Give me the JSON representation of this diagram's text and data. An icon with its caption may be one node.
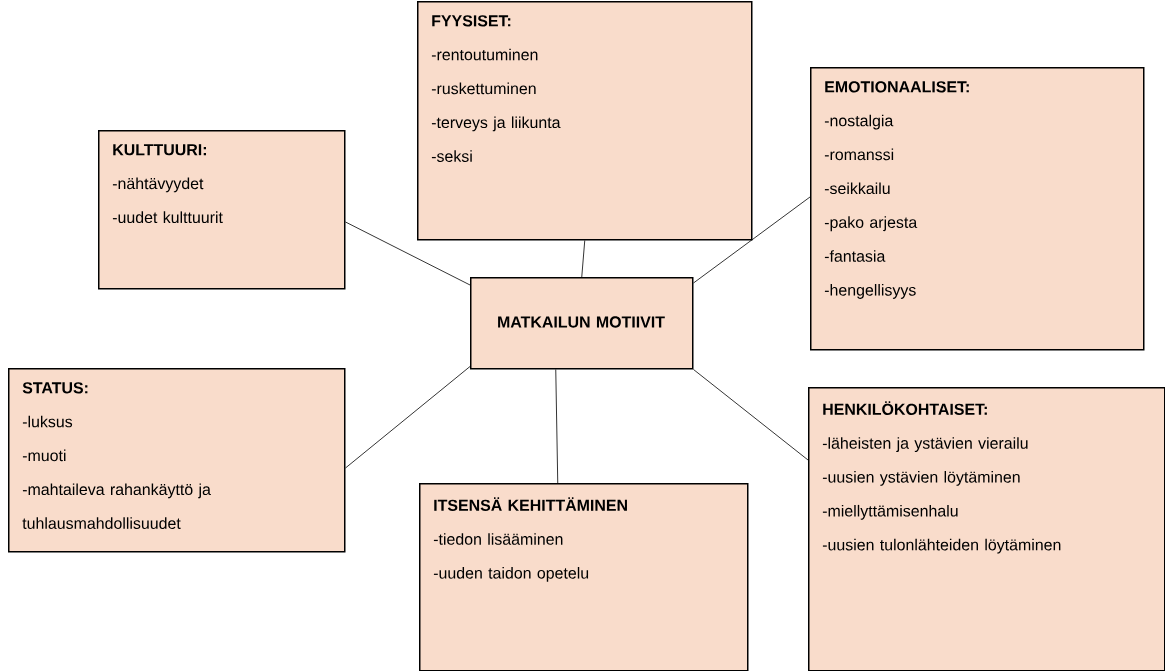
{
  "diagram": {
    "nodes": [
      {
        "text": [
          "FYYSISET:",
          "-rentoutuminen",
          "-ruskettuminen",
          "-terveys ja liikunta",
          "-seksi"
        ]
      },
      {
        "text": [
          "EMOTIONAALISET:",
          "-nostalgia",
          "-romanssi",
          "-seikkailu",
          "-pako arjesta",
          "-fantasia",
          "-hengellisyys"
        ]
      },
      {
        "text": [
          "KULTTUURI:",
          "-nähtävyydet",
          "-uudet kulttuurit"
        ]
      },
      {
        "text": [
          "MATKAILUN MOTIIVIT"
        ]
      },
      {
        "text": [
          "STATUS:",
          "-luksus",
          "-muoti",
          "-mahtaileva rahankäyttö ja tuhlausmahdollisuudet"
        ]
      },
      {
        "text": [
          "HENKILÖKOHTAISET:",
          "-läheisten ja ystävien vierailu",
          "-uusien ystävien löytäminen",
          "-miellyttämisenhalu",
          "-uusien tulonlähteiden löytäminen"
        ]
      },
      {
        "text": [
          "ITSENSÄ KEHITTÄMINEN",
          "-tiedon lisääminen",
          "-uuden taidon opetelu"
        ]
      }
    ],
    "edges": [
      {
        "from": 3,
        "to": 0,
        "arrow": "none"
      },
      {
        "from": 3,
        "to": 2,
        "arrow": "none"
      },
      {
        "from": 3,
        "to": 1,
        "arrow": "none"
      },
      {
        "from": 3,
        "to": 4,
        "arrow": "none"
      },
      {
        "from": 3,
        "to": 6,
        "arrow": "none"
      },
      {
        "from": 3,
        "to": 5,
        "arrow": "none"
      }
    ]
  }
}
